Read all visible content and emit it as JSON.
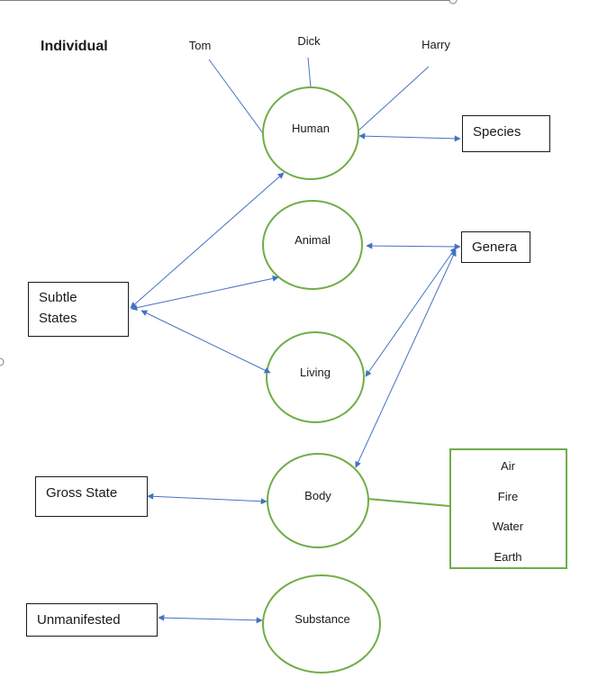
{
  "heading": "Individual",
  "individuals": [
    "Tom",
    "Dick",
    "Harry"
  ],
  "circles": {
    "human": "Human",
    "animal": "Animal",
    "living": "Living",
    "body": "Body",
    "substance": "Substance"
  },
  "boxes": {
    "species": "Species",
    "genera": "Genera",
    "subtle_line1": "Subtle",
    "subtle_line2": "States",
    "gross": "Gross State",
    "unmanifested": "Unmanifested"
  },
  "elements": [
    "Air",
    "Fire",
    "Water",
    "Earth"
  ],
  "colors": {
    "circle_stroke": "#70ad47",
    "arrow": "#4472c4",
    "box_stroke": "#1a1a1a"
  }
}
